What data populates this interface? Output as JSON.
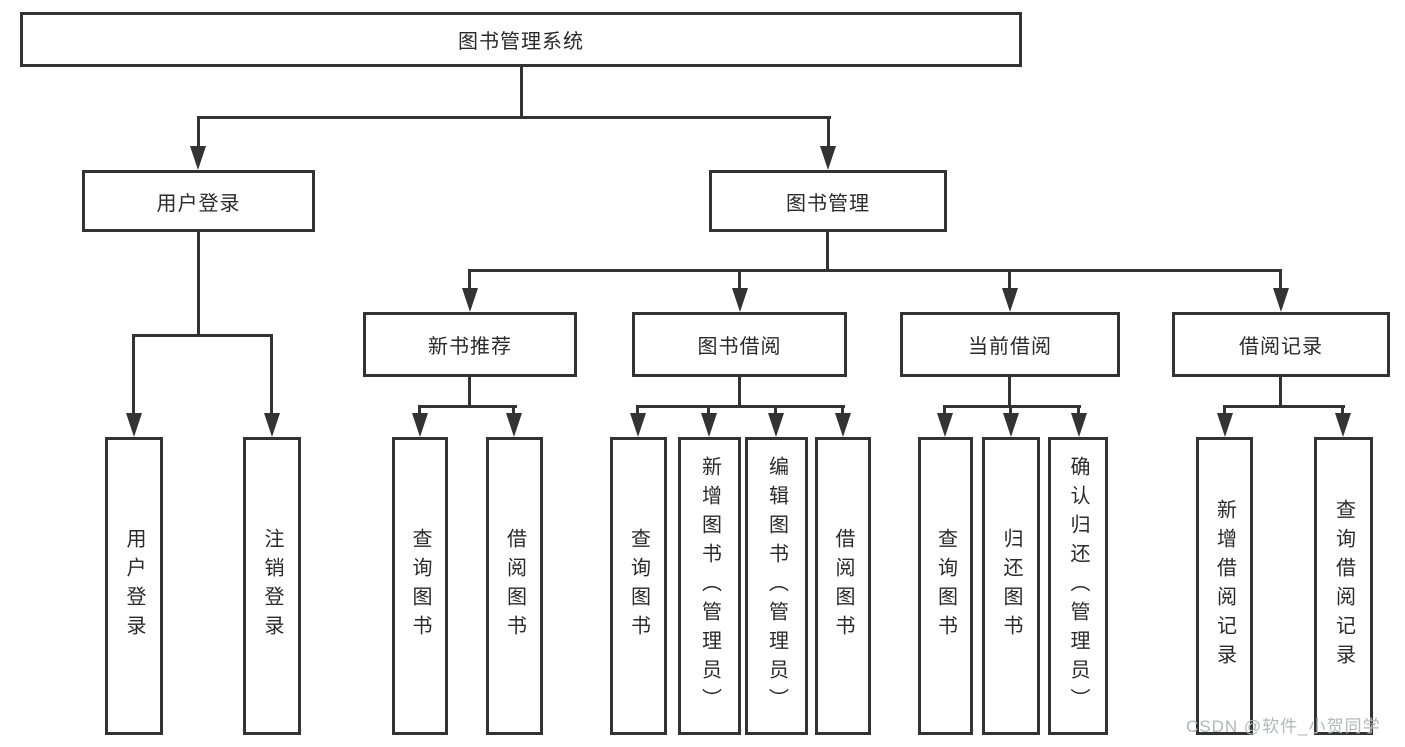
{
  "diagram_title": "图书管理系统",
  "colors": {
    "line": "#333333",
    "box_background": "#ffffff",
    "text": "#2a2a2a",
    "watermark": "#b3b7bb"
  },
  "nodes": {
    "root": {
      "label": "图书管理系统"
    },
    "user_login": {
      "label": "用户登录"
    },
    "book_mgmt": {
      "label": "图书管理"
    },
    "new_book_rec": {
      "label": "新书推荐"
    },
    "book_borrow": {
      "label": "图书借阅"
    },
    "current_borrow": {
      "label": "当前借阅"
    },
    "borrow_records": {
      "label": "借阅记录"
    },
    "leaf_user_login": {
      "label": "用户登录"
    },
    "leaf_logout": {
      "label": "注销登录"
    },
    "leaf_query_books_1": {
      "label": "查询图书"
    },
    "leaf_borrow_books_1": {
      "label": "借阅图书"
    },
    "leaf_query_books_2": {
      "label": "查询图书"
    },
    "leaf_add_book": {
      "label": "新增图书（管理员）"
    },
    "leaf_edit_book": {
      "label": "编辑图书（管理员）"
    },
    "leaf_borrow_books_2": {
      "label": "借阅图书"
    },
    "leaf_query_books_3": {
      "label": "查询图书"
    },
    "leaf_return_books": {
      "label": "归还图书"
    },
    "leaf_confirm_return": {
      "label": "确认归还（管理员）"
    },
    "leaf_add_record": {
      "label": "新增借阅记录"
    },
    "leaf_query_record": {
      "label": "查询借阅记录"
    }
  },
  "edges": [
    [
      "图书管理系统",
      "用户登录"
    ],
    [
      "图书管理系统",
      "图书管理"
    ],
    [
      "用户登录",
      "用户登录"
    ],
    [
      "用户登录",
      "注销登录"
    ],
    [
      "图书管理",
      "新书推荐"
    ],
    [
      "图书管理",
      "图书借阅"
    ],
    [
      "图书管理",
      "当前借阅"
    ],
    [
      "图书管理",
      "借阅记录"
    ],
    [
      "新书推荐",
      "查询图书"
    ],
    [
      "新书推荐",
      "借阅图书"
    ],
    [
      "图书借阅",
      "查询图书"
    ],
    [
      "图书借阅",
      "新增图书（管理员）"
    ],
    [
      "图书借阅",
      "编辑图书（管理员）"
    ],
    [
      "图书借阅",
      "借阅图书"
    ],
    [
      "当前借阅",
      "查询图书"
    ],
    [
      "当前借阅",
      "归还图书"
    ],
    [
      "当前借阅",
      "确认归还（管理员）"
    ],
    [
      "借阅记录",
      "新增借阅记录"
    ],
    [
      "借阅记录",
      "查询借阅记录"
    ]
  ],
  "watermark": {
    "text": "CSDN @软件_小贺同学"
  }
}
